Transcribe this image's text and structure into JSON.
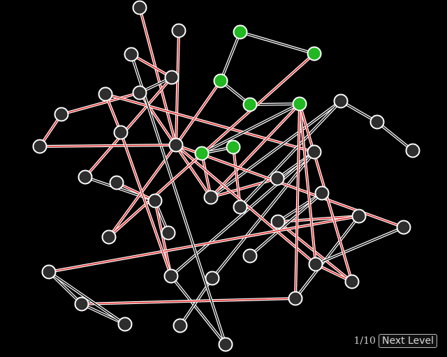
{
  "hud": {
    "level_text": "1/10",
    "next_label": "Next Level"
  },
  "colors": {
    "background": "#000000",
    "node_default": "#2e2e2e",
    "node_selected": "#22b822",
    "node_stroke": "#ffffff",
    "edge_ok": "#ffffff",
    "edge_crossing": "#e03030"
  },
  "graph": {
    "nodes": [
      {
        "id": 0,
        "state": "default"
      },
      {
        "id": 1,
        "state": "default"
      },
      {
        "id": 2,
        "state": "default"
      },
      {
        "id": 3,
        "state": "default"
      },
      {
        "id": 4,
        "state": "default"
      },
      {
        "id": 5,
        "state": "default"
      },
      {
        "id": 6,
        "state": "default"
      },
      {
        "id": 7,
        "state": "default"
      },
      {
        "id": 8,
        "state": "default"
      },
      {
        "id": 9,
        "state": "default"
      },
      {
        "id": 10,
        "state": "default"
      },
      {
        "id": 11,
        "state": "default"
      },
      {
        "id": 12,
        "state": "default"
      },
      {
        "id": 13,
        "state": "default"
      },
      {
        "id": 14,
        "state": "default"
      },
      {
        "id": 15,
        "state": "default"
      },
      {
        "id": 16,
        "state": "default"
      },
      {
        "id": 17,
        "state": "default"
      },
      {
        "id": 18,
        "state": "default"
      },
      {
        "id": 19,
        "state": "default"
      },
      {
        "id": 20,
        "state": "default"
      },
      {
        "id": 21,
        "state": "default"
      },
      {
        "id": 22,
        "state": "default"
      },
      {
        "id": 23,
        "state": "default"
      },
      {
        "id": 24,
        "state": "default"
      },
      {
        "id": 25,
        "state": "default"
      },
      {
        "id": 26,
        "state": "default"
      },
      {
        "id": 27,
        "state": "default"
      },
      {
        "id": 28,
        "state": "default"
      },
      {
        "id": 29,
        "state": "default"
      },
      {
        "id": 30,
        "state": "default"
      },
      {
        "id": 31,
        "state": "default"
      },
      {
        "id": 32,
        "state": "default"
      },
      {
        "id": 33,
        "state": "default"
      },
      {
        "id": 34,
        "state": "default"
      },
      {
        "id": 35,
        "state": "default"
      },
      {
        "id": 36,
        "state": "default"
      },
      {
        "id": 37,
        "state": "selected"
      },
      {
        "id": 38,
        "state": "selected"
      },
      {
        "id": 39,
        "state": "selected"
      },
      {
        "id": 40,
        "state": "selected"
      },
      {
        "id": 41,
        "state": "selected"
      },
      {
        "id": 42,
        "state": "selected"
      },
      {
        "id": 43,
        "state": "selected"
      }
    ],
    "edges": [
      {
        "from": 0,
        "to": 24,
        "crossing": true
      },
      {
        "from": 1,
        "to": 24,
        "crossing": true
      },
      {
        "from": 2,
        "to": 3,
        "crossing": true
      },
      {
        "from": 3,
        "to": 4,
        "crossing": false
      },
      {
        "from": 3,
        "to": 9,
        "crossing": true
      },
      {
        "from": 4,
        "to": 6,
        "crossing": true
      },
      {
        "from": 4,
        "to": 14,
        "crossing": true
      },
      {
        "from": 5,
        "to": 8,
        "crossing": true
      },
      {
        "from": 5,
        "to": 20,
        "crossing": true
      },
      {
        "from": 6,
        "to": 7,
        "crossing": true
      },
      {
        "from": 9,
        "to": 12,
        "crossing": false
      },
      {
        "from": 12,
        "to": 13,
        "crossing": false
      },
      {
        "from": 12,
        "to": 21,
        "crossing": true
      },
      {
        "from": 10,
        "to": 12,
        "crossing": true
      },
      {
        "from": 11,
        "to": 24,
        "crossing": true
      },
      {
        "from": 14,
        "to": 19,
        "crossing": true
      },
      {
        "from": 14,
        "to": 25,
        "crossing": false
      },
      {
        "from": 14,
        "to": 42,
        "crossing": true
      },
      {
        "from": 14,
        "to": 41,
        "crossing": true
      },
      {
        "from": 15,
        "to": 25,
        "crossing": false
      },
      {
        "from": 15,
        "to": 40,
        "crossing": true
      },
      {
        "from": 16,
        "to": 17,
        "crossing": false
      },
      {
        "from": 16,
        "to": 28,
        "crossing": true
      },
      {
        "from": 16,
        "to": 32,
        "crossing": true
      },
      {
        "from": 17,
        "to": 18,
        "crossing": false
      },
      {
        "from": 19,
        "to": 20,
        "crossing": false
      },
      {
        "from": 20,
        "to": 21,
        "crossing": false
      },
      {
        "from": 21,
        "to": 36,
        "crossing": false
      },
      {
        "from": 20,
        "to": 22,
        "crossing": false
      },
      {
        "from": 22,
        "to": 23,
        "crossing": false
      },
      {
        "from": 24,
        "to": 29,
        "crossing": true
      },
      {
        "from": 24,
        "to": 30,
        "crossing": true
      },
      {
        "from": 25,
        "to": 26,
        "crossing": false
      },
      {
        "from": 26,
        "to": 27,
        "crossing": false
      },
      {
        "from": 28,
        "to": 31,
        "crossing": false
      },
      {
        "from": 28,
        "to": 34,
        "crossing": true
      },
      {
        "from": 29,
        "to": 30,
        "crossing": false
      },
      {
        "from": 30,
        "to": 32,
        "crossing": true
      },
      {
        "from": 30,
        "to": 42,
        "crossing": true
      },
      {
        "from": 31,
        "to": 42,
        "crossing": true
      },
      {
        "from": 31,
        "to": 33,
        "crossing": true
      },
      {
        "from": 32,
        "to": 42,
        "crossing": true
      },
      {
        "from": 33,
        "to": 34,
        "crossing": false
      },
      {
        "from": 33,
        "to": 35,
        "crossing": false
      },
      {
        "from": 34,
        "to": 35,
        "crossing": false
      },
      {
        "from": 36,
        "to": 2,
        "crossing": false
      },
      {
        "from": 37,
        "to": 38,
        "crossing": false
      },
      {
        "from": 38,
        "to": 39,
        "crossing": false
      },
      {
        "from": 39,
        "to": 42,
        "crossing": false
      },
      {
        "from": 38,
        "to": 24,
        "crossing": true
      },
      {
        "from": 40,
        "to": 41,
        "crossing": false
      },
      {
        "from": 41,
        "to": 42,
        "crossing": false
      },
      {
        "from": 43,
        "to": 37,
        "crossing": false
      },
      {
        "from": 11,
        "to": 43,
        "crossing": true
      },
      {
        "from": 7,
        "to": 24,
        "crossing": true
      },
      {
        "from": 8,
        "to": 21,
        "crossing": true
      }
    ]
  }
}
